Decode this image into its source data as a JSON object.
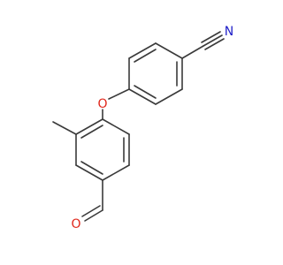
{
  "molecule": {
    "atoms": {
      "nitrogen": {
        "label": "N",
        "color": "#1e1ec8"
      },
      "ether_oxygen": {
        "label": "O",
        "color": "#e0261a"
      },
      "carbonyl_oxygen": {
        "label": "O",
        "color": "#e0261a"
      }
    },
    "bond_color": "#3a3a3a"
  }
}
